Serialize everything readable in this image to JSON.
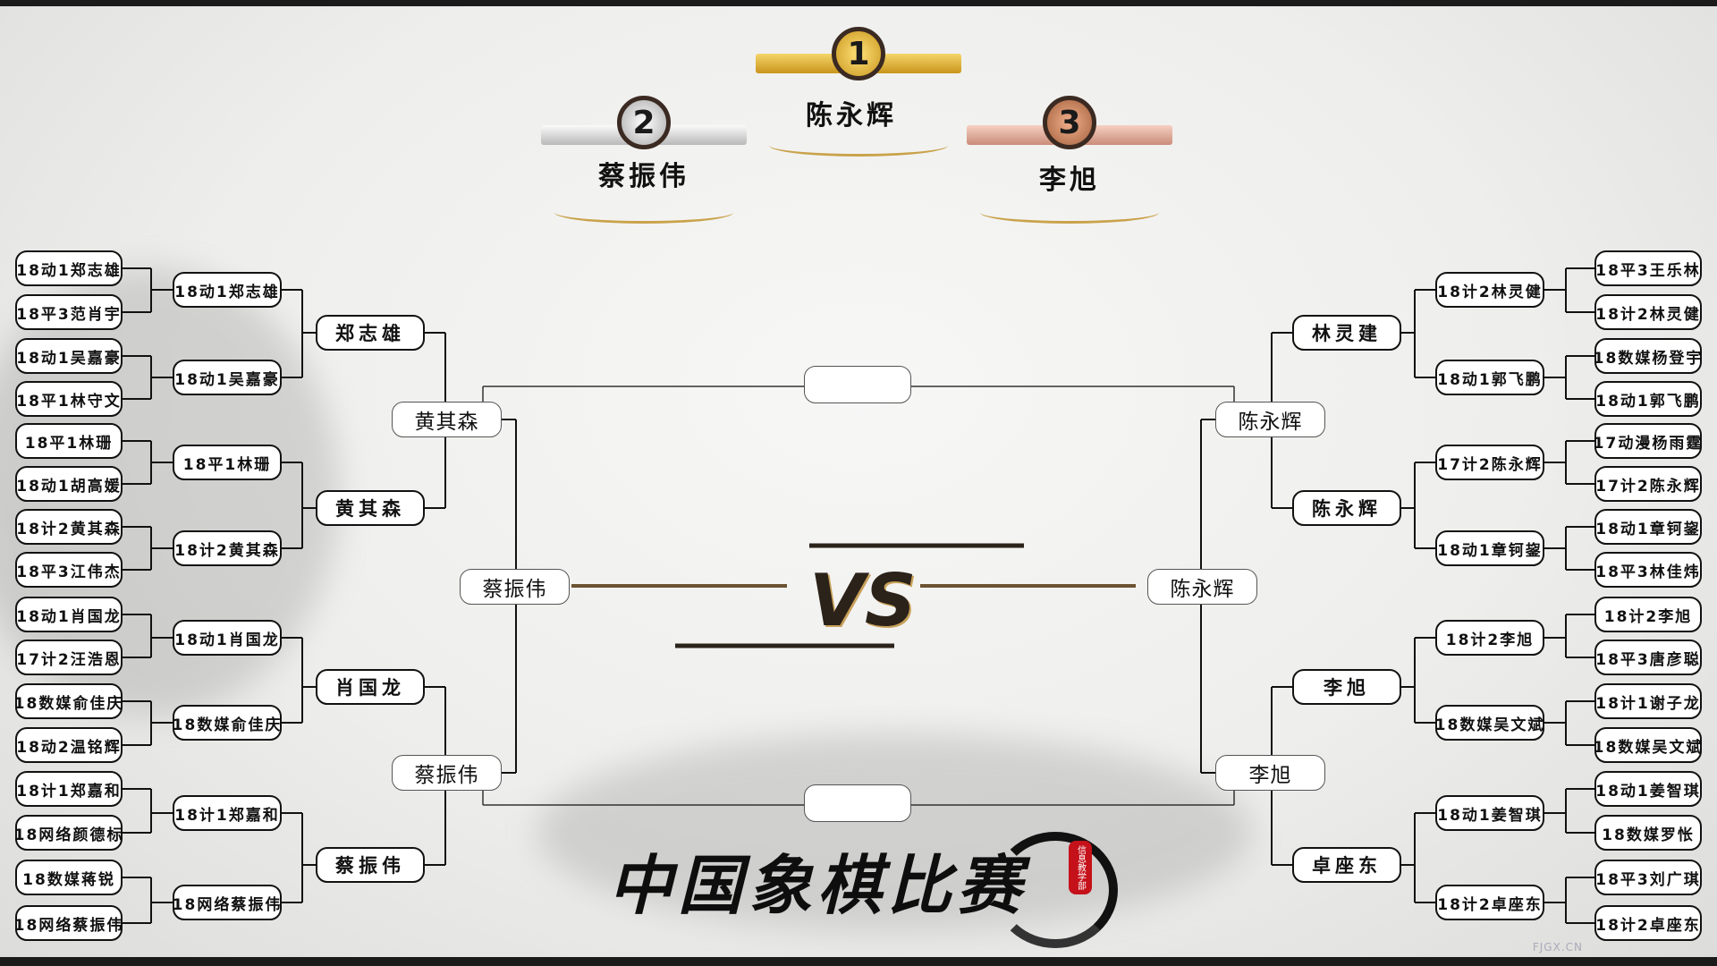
{
  "podium": {
    "first": {
      "rank": "1",
      "name": "陈永辉"
    },
    "second": {
      "rank": "2",
      "name": "蔡振伟"
    },
    "third": {
      "rank": "3",
      "name": "李旭"
    }
  },
  "colors": {
    "gold": "#e6b530",
    "silver": "#d4d4d4",
    "bronze": "#e3a996",
    "vs_gold": "#c9a15a"
  },
  "bracket": {
    "left": {
      "round1": [
        "18动1郑志雄",
        "18平3范肖宇",
        "18动1吴嘉豪",
        "18平1林守文",
        "18平1林珊",
        "18动1胡高媛",
        "18计2黄其森",
        "18平3江伟杰",
        "18动1肖国龙",
        "17计2汪浩恩",
        "18数媒俞佳庆",
        "18动2温铭辉",
        "18计1郑嘉和",
        "18网络颜德标",
        "18数媒蒋锐",
        "18网络蔡振伟"
      ],
      "round2": [
        "18动1郑志雄",
        "18动1吴嘉豪",
        "18平1林珊",
        "18计2黄其森",
        "18动1肖国龙",
        "18数媒俞佳庆",
        "18计1郑嘉和",
        "18网络蔡振伟"
      ],
      "round3": [
        "郑志雄",
        "黄其森",
        "肖国龙",
        "蔡振伟"
      ],
      "round4": [
        "黄其森",
        "蔡振伟"
      ],
      "semi": "蔡振伟"
    },
    "right": {
      "round1": [
        "18平3王乐林",
        "18计2林灵健",
        "18数媒杨登宇",
        "18动1郭飞鹏",
        "17动漫杨雨霆",
        "17计2陈永辉",
        "18动1章钶鋆",
        "18平3林佳炜",
        "18计2李旭",
        "18平3唐彦聪",
        "18计1谢子龙",
        "18数媒吴文斌",
        "18动1姜智琪",
        "18数媒罗怅",
        "18平3刘广琪",
        "18计2卓座东"
      ],
      "round2": [
        "18计2林灵健",
        "18动1郭飞鹏",
        "17计2陈永辉",
        "18动1章钶鋆",
        "18计2李旭",
        "18数媒吴文斌",
        "18动1姜智琪",
        "18计2卓座东"
      ],
      "round3": [
        "林灵建",
        "陈永辉",
        "李旭",
        "卓座东"
      ],
      "round4": [
        "陈永辉",
        "李旭"
      ],
      "semi": "陈永辉"
    },
    "final_top": "",
    "final_bottom": ""
  },
  "vs_label": "VS",
  "title": "中国象棋比赛",
  "seal": "信息教学部",
  "watermark": "FJGX.CN"
}
